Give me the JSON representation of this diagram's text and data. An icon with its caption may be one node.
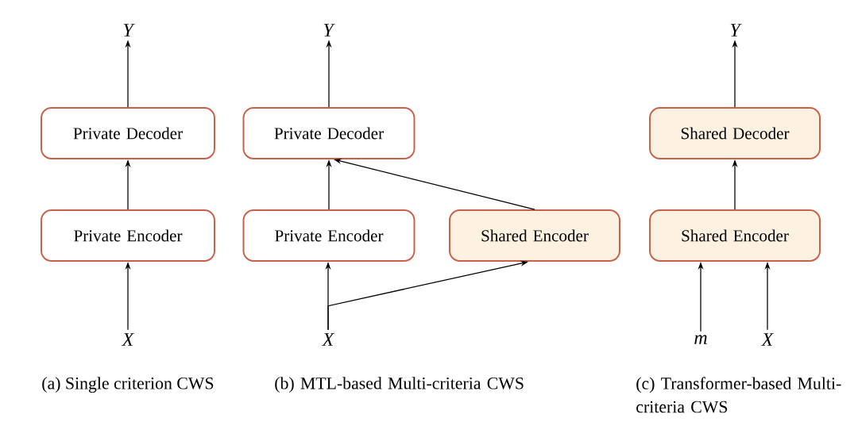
{
  "diagram": {
    "nodes": [
      {
        "text": [
          "Y"
        ]
      },
      {
        "text": [
          "Private Decoder"
        ]
      },
      {
        "text": [
          "Private Encoder"
        ]
      },
      {
        "text": [
          "X"
        ]
      },
      {
        "text": [
          "Y"
        ]
      },
      {
        "text": [
          "Private Decoder"
        ]
      },
      {
        "text": [
          "Private Encoder"
        ]
      },
      {
        "text": [
          "Shared Encoder"
        ]
      },
      {
        "text": [
          "X"
        ]
      },
      {
        "text": [
          "Y"
        ]
      },
      {
        "text": [
          "Shared Decoder"
        ]
      },
      {
        "text": [
          "Shared Encoder"
        ]
      },
      {
        "text": [
          "m"
        ]
      },
      {
        "text": [
          "X"
        ]
      }
    ],
    "edges": [
      {
        "from": 3,
        "to": 2,
        "arrow": "to"
      },
      {
        "from": 2,
        "to": 1,
        "arrow": "to"
      },
      {
        "from": 1,
        "to": 0,
        "arrow": "to"
      },
      {
        "from": 8,
        "to": 6,
        "arrow": "to"
      },
      {
        "from": 8,
        "to": 7,
        "arrow": "to"
      },
      {
        "from": 6,
        "to": 5,
        "arrow": "to"
      },
      {
        "from": 7,
        "to": 5,
        "arrow": "to"
      },
      {
        "from": 5,
        "to": 4,
        "arrow": "to"
      },
      {
        "from": 12,
        "to": 11,
        "arrow": "to"
      },
      {
        "from": 13,
        "to": 11,
        "arrow": "to"
      },
      {
        "from": 11,
        "to": 10,
        "arrow": "to"
      },
      {
        "from": 10,
        "to": 9,
        "arrow": "to"
      }
    ],
    "labels": [
      "(a) Single criterion CWS",
      "(b) MTL-based Multi-criteria CWS",
      "(c) Transformer-based Multi-criteria CWS"
    ]
  }
}
